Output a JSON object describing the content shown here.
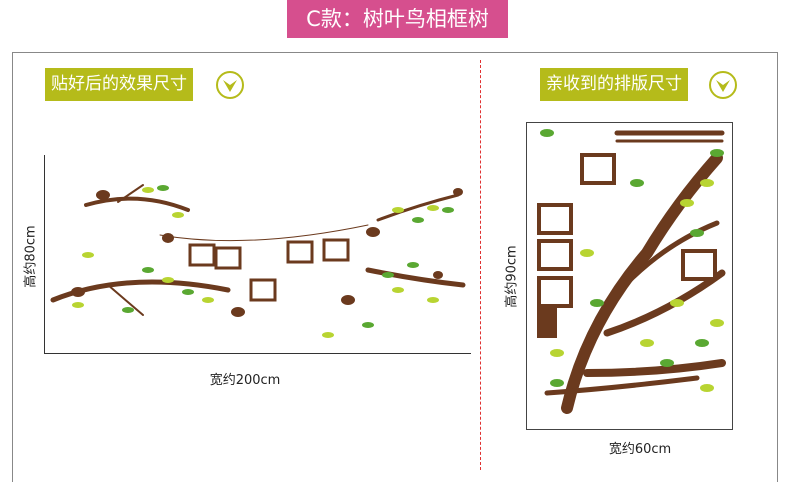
{
  "banner": {
    "title": "C款：树叶鸟相框树"
  },
  "left": {
    "label": "贴好后的效果尺寸",
    "height": "高约80cm",
    "width": "宽约200cm"
  },
  "right": {
    "label": "亲收到的排版尺寸",
    "height": "高约90cm",
    "width": "宽约60cm"
  },
  "colors": {
    "banner": "#d64f8e",
    "label": "#b5bb1a",
    "branch": "#6b3a1e",
    "leaf_light": "#b8d432",
    "leaf_dark": "#5aa832"
  }
}
